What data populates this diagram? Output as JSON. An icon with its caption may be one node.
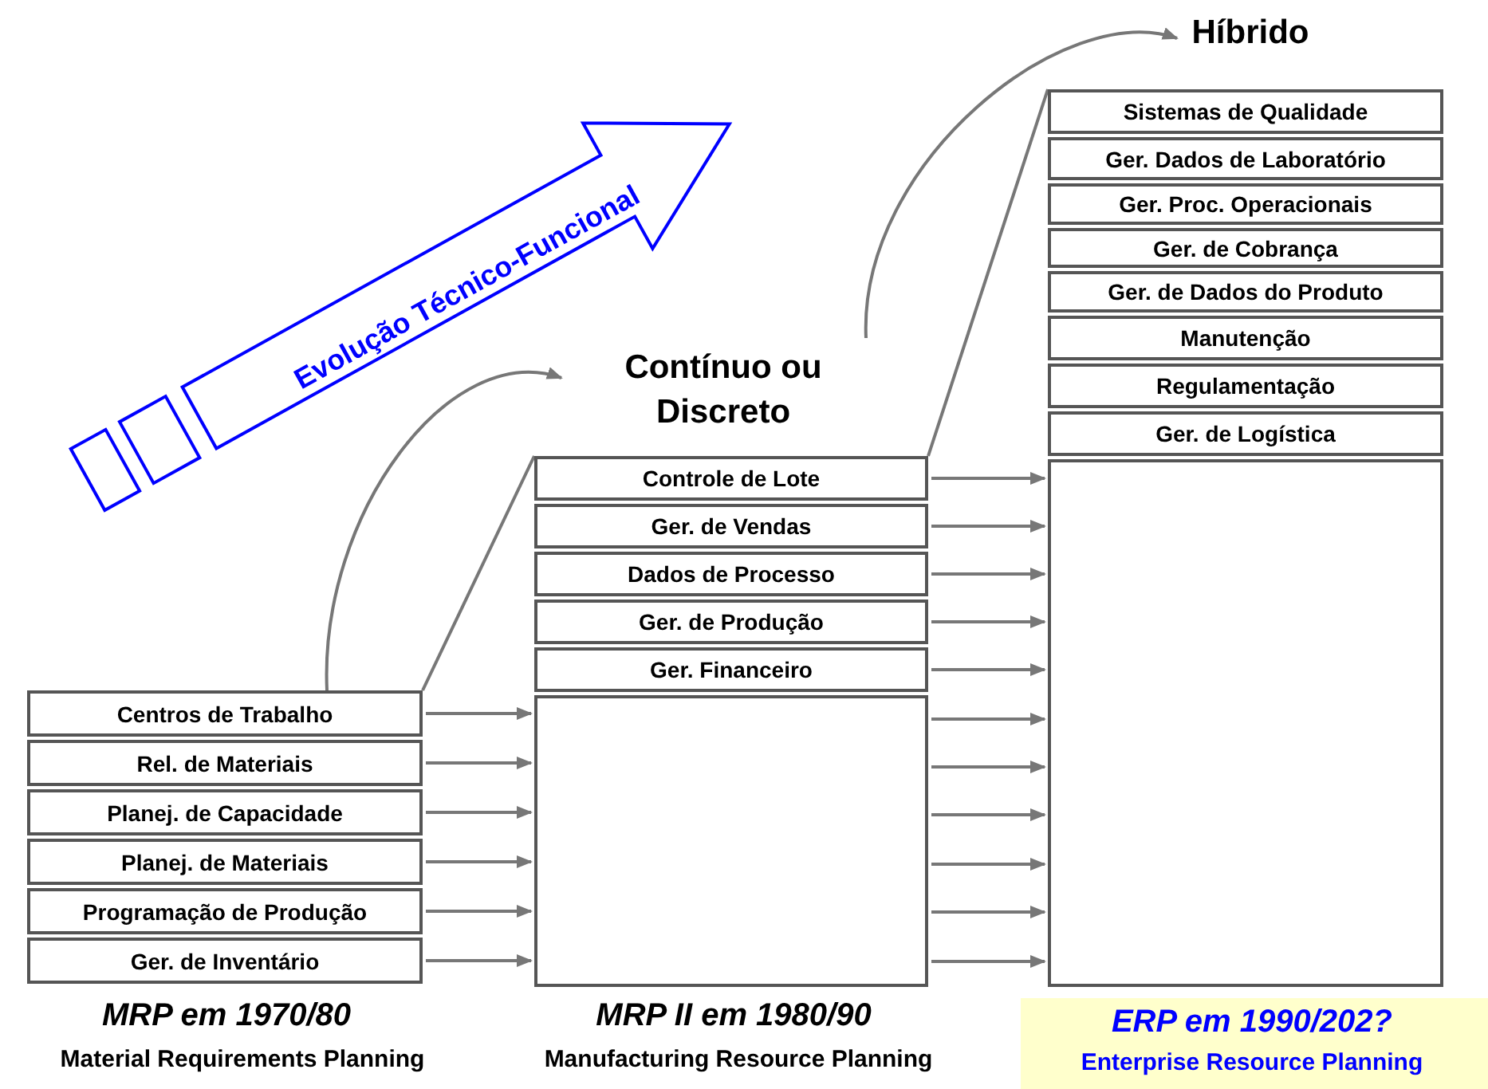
{
  "diagram": {
    "nodes": [
      {
        "text": [
          "Centros de Trabalho"
        ]
      },
      {
        "text": [
          "Rel. de Materiais"
        ]
      },
      {
        "text": [
          "Planej. de Capacidade"
        ]
      },
      {
        "text": [
          "Planej. de Materiais"
        ]
      },
      {
        "text": [
          "Programação de Produção"
        ]
      },
      {
        "text": [
          "Ger. de Inventário"
        ]
      },
      {
        "text": [
          "Contínuo ou Discreto"
        ]
      },
      {
        "text": [
          "Controle de Lote"
        ]
      },
      {
        "text": [
          "Ger. de Vendas"
        ]
      },
      {
        "text": [
          "Dados de  Processo"
        ]
      },
      {
        "text": [
          "Ger. de Produção"
        ]
      },
      {
        "text": [
          "Ger. Financeiro"
        ]
      },
      {
        "text": [],
        "shape": "box"
      },
      {
        "text": [
          "Híbrido"
        ]
      },
      {
        "text": [
          "Sistemas de Qualidade"
        ]
      },
      {
        "text": [
          "Ger. Dados de Laboratório"
        ]
      },
      {
        "text": [
          "Ger. Proc. Operacionais"
        ]
      },
      {
        "text": [
          "Ger. de Cobrança"
        ]
      },
      {
        "text": [
          "Ger. de Dados do Produto"
        ]
      },
      {
        "text": [
          "Manutenção"
        ]
      },
      {
        "text": [
          "Regulamentação"
        ]
      },
      {
        "text": [
          "Ger. de Logística"
        ]
      },
      {
        "text": [],
        "shape": "box"
      }
    ],
    "edges": [
      {
        "from": 0,
        "to": 6,
        "arrow": "to"
      },
      {
        "from": 6,
        "to": 13,
        "arrow": "to"
      },
      {
        "from": 0,
        "to": 12,
        "arrow": "to"
      },
      {
        "from": 1,
        "to": 12,
        "arrow": "to"
      },
      {
        "from": 2,
        "to": 12,
        "arrow": "to"
      },
      {
        "from": 3,
        "to": 12,
        "arrow": "to"
      },
      {
        "from": 4,
        "to": 12,
        "arrow": "to"
      },
      {
        "from": 5,
        "to": 12,
        "arrow": "to"
      },
      {
        "from": 7,
        "to": 22,
        "arrow": "to"
      },
      {
        "from": 8,
        "to": 22,
        "arrow": "to"
      },
      {
        "from": 9,
        "to": 22,
        "arrow": "to"
      },
      {
        "from": 10,
        "to": 22,
        "arrow": "to"
      },
      {
        "from": 11,
        "to": 22,
        "arrow": "to"
      },
      {
        "from": 12,
        "to": 22,
        "arrow": "to"
      },
      {
        "from": 12,
        "to": 22,
        "arrow": "to"
      },
      {
        "from": 12,
        "to": 22,
        "arrow": "to"
      },
      {
        "from": 12,
        "to": 22,
        "arrow": "to"
      },
      {
        "from": 12,
        "to": 22,
        "arrow": "to"
      },
      {
        "from": 12,
        "to": 22,
        "arrow": "to"
      }
    ],
    "labels": [
      "Evolução Técnico-Funcional",
      "MRP em 1970/80",
      "Material Requirements Planning",
      "MRP II em 1980/90",
      "Manufacturing Resource Planning",
      "ERP em 1990/202?",
      "Enterprise Resource Planning"
    ]
  }
}
